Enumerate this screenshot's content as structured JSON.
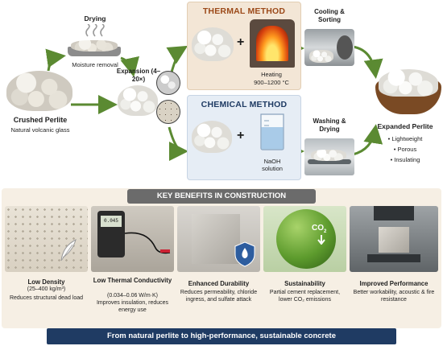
{
  "flow": {
    "crushed": {
      "title": "Crushed Perlite",
      "subtitle": "Natural volcanic glass"
    },
    "drying": {
      "title": "Drying",
      "caption": "Moisture removal"
    },
    "expansion": {
      "label": "Expansion (4–20×)"
    },
    "thermal": {
      "title": "THERMAL METHOD",
      "plus": "+",
      "heating": "Heating",
      "temp": "900–1200 °C"
    },
    "cooling": {
      "title": "Cooling & Sorting"
    },
    "chemical": {
      "title": "CHEMICAL METHOD",
      "plus": "+",
      "reagent": "NaOH",
      "reagent_sub": "solution"
    },
    "washing": {
      "title": "Washing & Drying"
    },
    "expanded": {
      "title": "Expanded Perlite",
      "props": [
        "• Lightweight",
        "• Porous",
        "• Insulating"
      ]
    }
  },
  "co2": {
    "label": "CO",
    "sub": "2"
  },
  "benefits": {
    "heading": "KEY BENEFITS IN CONSTRUCTION",
    "cards": [
      {
        "title": "Low Density",
        "value": "(25–400 kg/m³)",
        "desc": "Reduces structural dead load"
      },
      {
        "title": "Low Thermal Conductivity",
        "value": "(0.034–0.06 W/m·K)",
        "desc": "Improves insulation, reduces energy use"
      },
      {
        "title": "Enhanced Durability",
        "value": "",
        "desc": "Reduces permeability, chloride ingress, and sulfate attack"
      },
      {
        "title": "Sustainability",
        "value": "",
        "desc": "Partial cement replacement, lower CO₂ emissions"
      },
      {
        "title": "Improved Performance",
        "value": "",
        "desc": "Better workability, acoustic & fire resistance"
      }
    ]
  },
  "meter": {
    "reading": "0.045"
  },
  "footer": {
    "text": "From natural perlite to high-performance, sustainable concrete"
  },
  "colors": {
    "accent_green": "#5b8a32",
    "thermal_bg": "#f3e6d6",
    "chemical_bg": "#e6edf5",
    "footer_bg": "#1f3b63",
    "heading_bg": "#6b6b6b"
  }
}
